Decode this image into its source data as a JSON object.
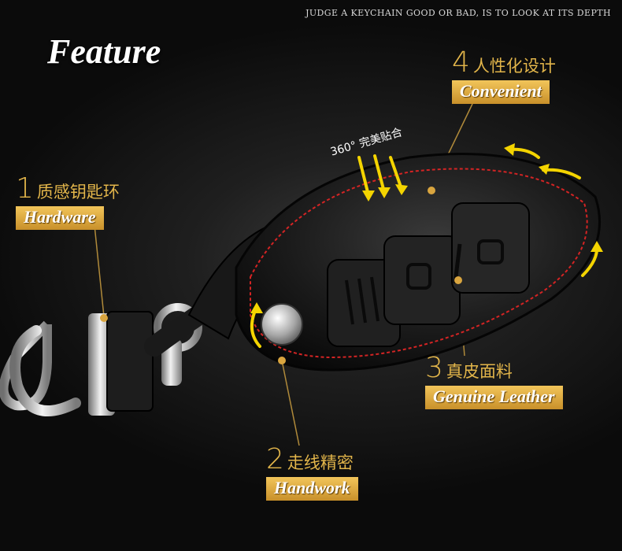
{
  "header": {
    "tagline": "JUDGE A KEYCHAIN GOOD OR BAD, IS TO LOOK AT ITS DEPTH",
    "title": "Feature"
  },
  "fit_label": "360° 完美贴合",
  "callouts": [
    {
      "number": "1",
      "cn": "质感钥匙环",
      "en": "Hardware"
    },
    {
      "number": "2",
      "cn": "走线精密",
      "en": "Handwork"
    },
    {
      "number": "3",
      "cn": "真皮面料",
      "en": "Genuine Leather"
    },
    {
      "number": "4",
      "cn": "人性化设计",
      "en": "Convenient"
    }
  ],
  "colors": {
    "accent_gold": "#e2b54a",
    "label_bg": "#d9a53f",
    "leather": "#141414",
    "stitch": "#d42424",
    "arrow": "#f4d400",
    "background": "#1c1c1c"
  },
  "icons": [
    "keychain-clip-icon",
    "leather-key-case-icon",
    "snap-button-icon",
    "arrow-icon"
  ]
}
